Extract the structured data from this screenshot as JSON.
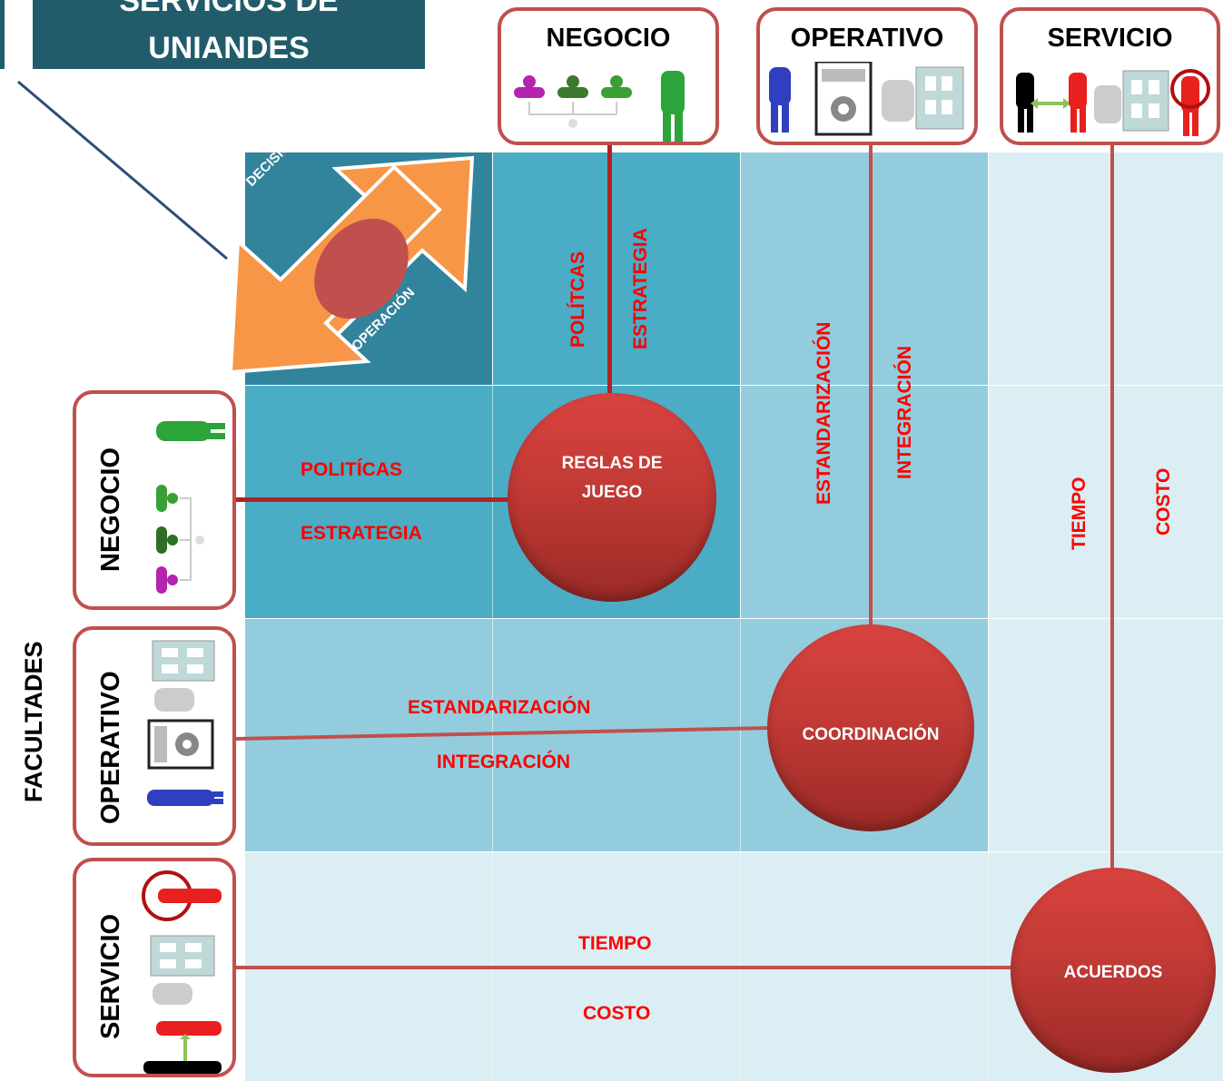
{
  "title": {
    "line1": "SERVICIOS DE",
    "line2": "UNIANDES"
  },
  "column_headers": [
    {
      "label": "NEGOCIO"
    },
    {
      "label": "OPERATIVO"
    },
    {
      "label": "SERVICIO"
    }
  ],
  "row_headers": [
    {
      "label": "NEGOCIO"
    },
    {
      "label": "OPERATIVO"
    },
    {
      "label": "SERVICIO"
    }
  ],
  "side_label": "FACULTADES",
  "corner": {
    "top_arrow": "DECISIÓN",
    "bottom_arrow": "OPERACIÓN"
  },
  "vertical_labels": {
    "negocio": [
      "POLÍTCAS",
      "ESTRATEGIA"
    ],
    "operativo": [
      "ESTANDARIZACIÓN",
      "INTEGRACIÓN"
    ],
    "servicio": [
      "TIEMPO",
      "COSTO"
    ]
  },
  "horizontal_labels": {
    "negocio": [
      "POLITÍCAS",
      "ESTRATEGIA"
    ],
    "operativo": [
      "ESTANDARIZACIÓN",
      "INTEGRACIÓN"
    ],
    "servicio": [
      "TIEMPO",
      "COSTO"
    ]
  },
  "circles": {
    "negocio": {
      "line1": "REGLAS DE",
      "line2": "JUEGO"
    },
    "operativo": {
      "line1": "COORDINACIÓN"
    },
    "servicio": {
      "line1": "ACUERDOS"
    }
  },
  "colors": {
    "title_bg": "#225c6b",
    "accent_red": "#c0504d",
    "text_red": "#ff0000",
    "cell_dark": "#4aacc5",
    "cell_mid": "#93cddd",
    "cell_light": "#dbeef4",
    "arrow_orange": "#f79646"
  }
}
